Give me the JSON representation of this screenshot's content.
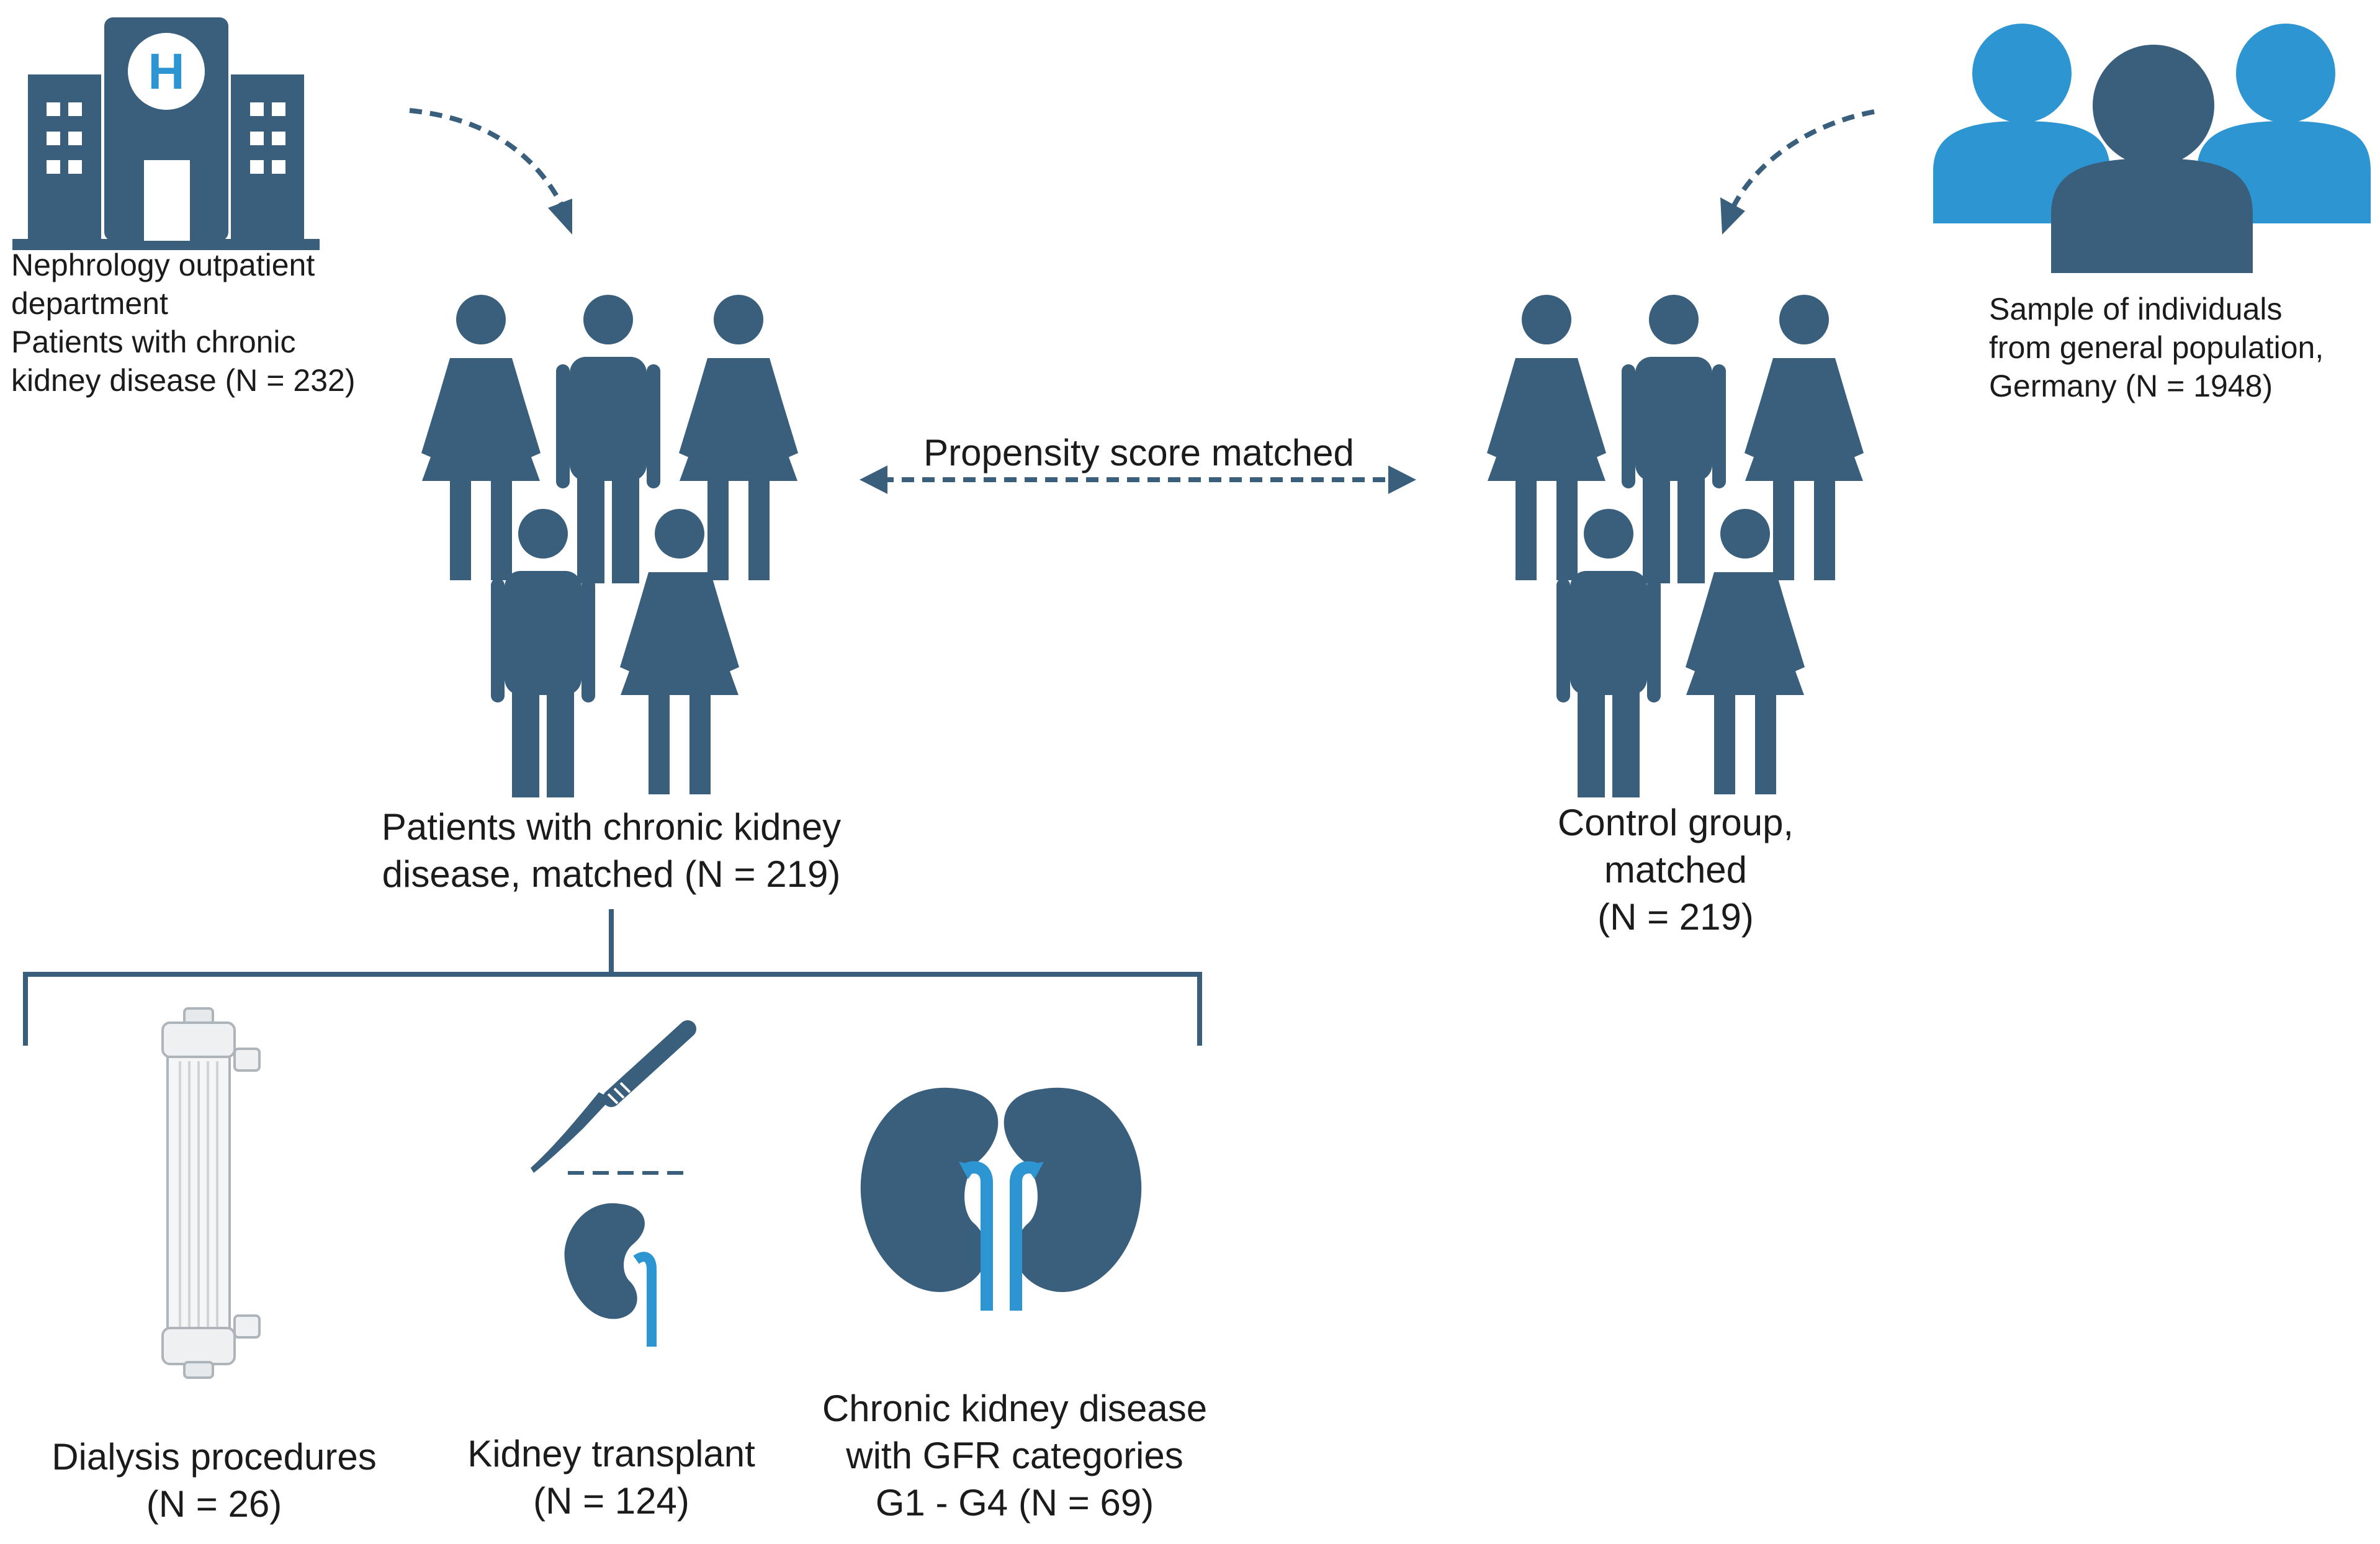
{
  "source": {
    "hospital_lines": [
      "Nephrology outpatient",
      "department",
      "Patients with chronic",
      "kidney disease (N = 232)"
    ],
    "population_lines": [
      "Sample of individuals",
      "from general population,",
      "Germany (N = 1948)"
    ]
  },
  "matching": {
    "label": "Propensity score matched"
  },
  "groups": {
    "ckd_lines": [
      "Patients with chronic kidney",
      "disease, matched (N = 219)"
    ],
    "control_lines": [
      "Control group,",
      "matched",
      "(N = 219)"
    ]
  },
  "subgroups": {
    "dialysis_lines": [
      "Dialysis procedures",
      "(N = 26)"
    ],
    "transplant_lines": [
      "Kidney transplant",
      "(N = 124)"
    ],
    "gfr_lines": [
      "Chronic kidney disease",
      "with GFR categories",
      "G1 - G4 (N = 69)"
    ]
  },
  "icons": {
    "hospital": "hospital-icon",
    "population": "population-group-icon",
    "people": "people-group-icon",
    "dialysis": "dialyzer-icon",
    "transplant": "scalpel-kidney-icon",
    "kidneys": "kidneys-icon"
  },
  "colors": {
    "primary": "#3a5f7d",
    "accent": "#2e95d3",
    "text": "#1b1b1b",
    "hospital_letter": "#2e95d3"
  }
}
